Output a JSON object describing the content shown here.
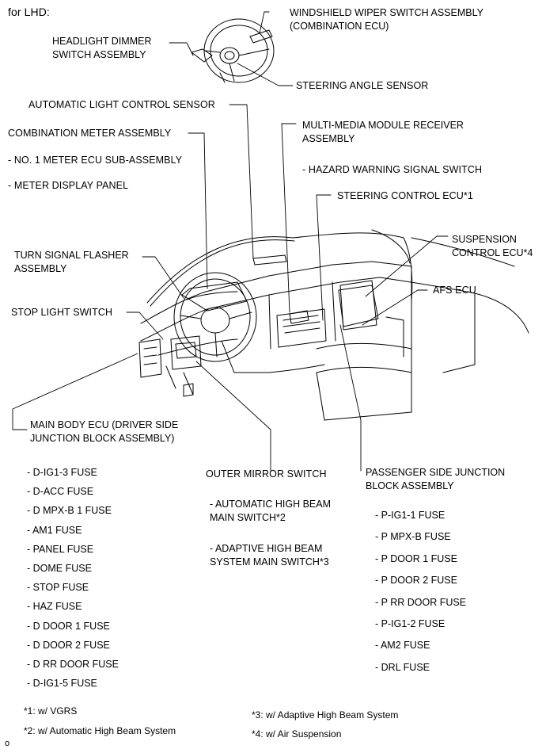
{
  "header": "for LHD:",
  "labels": {
    "windshield": [
      "WINDSHIELD WIPER SWITCH ASSEMBLY",
      "(COMBINATION ECU)"
    ],
    "headlight": [
      "HEADLIGHT DIMMER",
      "SWITCH ASSEMBLY"
    ],
    "steering_angle": "STEERING ANGLE SENSOR",
    "auto_light": "AUTOMATIC LIGHT CONTROL SENSOR",
    "combination_meter": "COMBINATION METER ASSEMBLY",
    "meter_items": [
      "- NO. 1 METER ECU SUB-ASSEMBLY",
      "- METER DISPLAY PANEL"
    ],
    "multimedia": [
      "MULTI-MEDIA MODULE RECEIVER",
      "ASSEMBLY"
    ],
    "hazard": "- HAZARD WARNING SIGNAL SWITCH",
    "steering_ecu": "STEERING CONTROL ECU*1",
    "suspension_ecu": [
      "SUSPENSION",
      "CONTROL ECU*4"
    ],
    "turn_signal": [
      "TURN SIGNAL FLASHER",
      "ASSEMBLY"
    ],
    "afs": "AFS ECU",
    "stop_light": "STOP LIGHT SWITCH",
    "main_body": [
      "MAIN BODY ECU (DRIVER SIDE",
      "JUNCTION BLOCK ASSEMBLY)"
    ],
    "outer_mirror": "OUTER MIRROR SWITCH",
    "mirror_items": [
      [
        "- AUTOMATIC HIGH BEAM",
        "MAIN SWITCH*2"
      ],
      [
        "- ADAPTIVE HIGH BEAM",
        "SYSTEM MAIN SWITCH*3"
      ]
    ],
    "passenger_jb": [
      "PASSENGER SIDE JUNCTION",
      "BLOCK ASSEMBLY"
    ]
  },
  "left_fuses": [
    "- D-IG1-3 FUSE",
    "- D-ACC FUSE",
    "- D MPX-B 1 FUSE",
    "- AM1 FUSE",
    "- PANEL FUSE",
    "- DOME FUSE",
    "- STOP FUSE",
    "- HAZ FUSE",
    "- D DOOR 1 FUSE",
    "- D DOOR 2 FUSE",
    "- D RR DOOR FUSE",
    "- D-IG1-5 FUSE"
  ],
  "right_fuses": [
    "- P-IG1-1 FUSE",
    "- P MPX-B FUSE",
    "- P DOOR 1 FUSE",
    "- P DOOR 2 FUSE",
    "- P RR DOOR FUSE",
    "- P-IG1-2 FUSE",
    "- AM2 FUSE",
    "- DRL FUSE"
  ],
  "footnotes": {
    "n1": "*1: w/ VGRS",
    "n2": "*2: w/ Automatic High Beam System",
    "n3": "*3: w/ Adaptive High Beam System",
    "n4": "*4: w/ Air Suspension"
  },
  "figure_id": "o"
}
